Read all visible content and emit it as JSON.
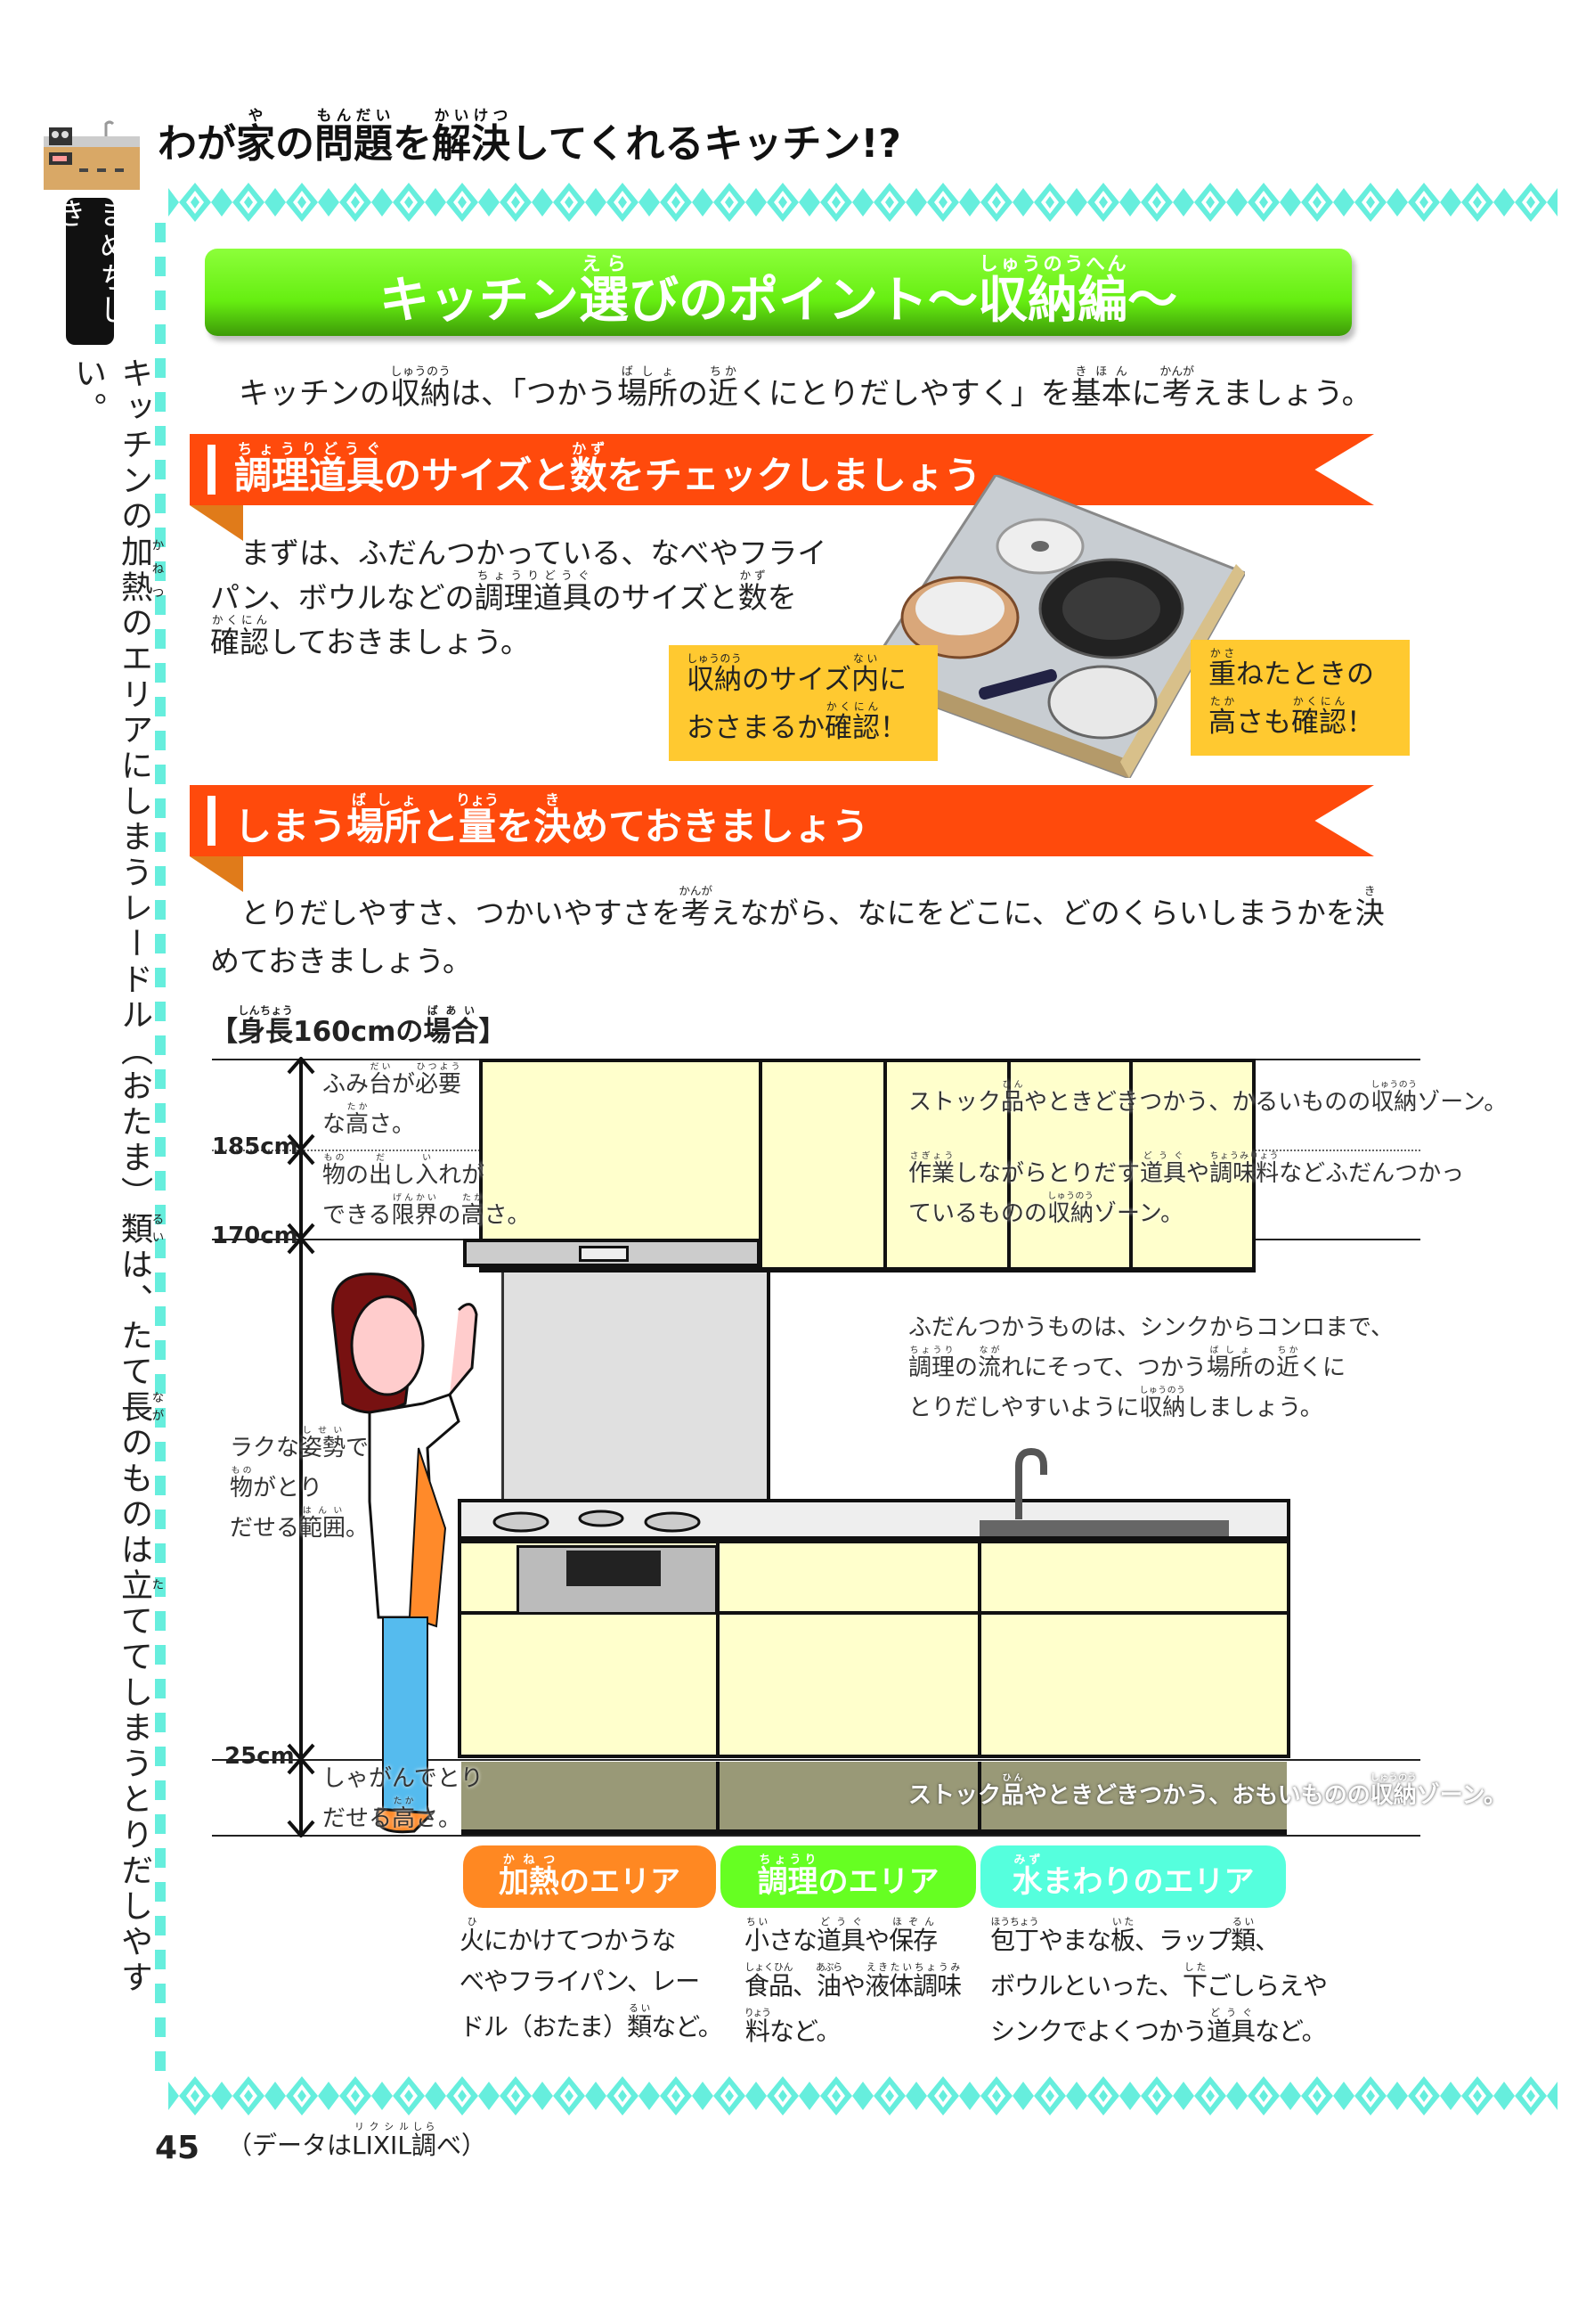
{
  "title": [
    "わが",
    [
      "家",
      "や"
    ],
    "の",
    [
      "問題",
      "もんだい"
    ],
    "を",
    [
      "解決",
      "かいけつ"
    ],
    "してくれるキッチン!?"
  ],
  "side_tag": "まめちしき",
  "side_text": [
    "キッチンの",
    [
      "加熱",
      "かねつ"
    ],
    "のエリアにしまうレードル（おたま）",
    [
      "類",
      "るい"
    ],
    "は、たて",
    [
      "長",
      "なが"
    ],
    "のものは",
    [
      "立",
      "た"
    ],
    "ててしまうとりだしやすい。"
  ],
  "banner": [
    "キッチン",
    [
      "選",
      "えら"
    ],
    "びのポイント～",
    [
      "収納編",
      "しゅうのうへん"
    ],
    "～"
  ],
  "intro": [
    "キッチンの",
    [
      "収納",
      "しゅうのう"
    ],
    "は、「つかう",
    [
      "場所",
      "ばしょ"
    ],
    "の",
    [
      "近",
      "ちか"
    ],
    "くにとりだしやすく」を",
    [
      "基本",
      "きほん"
    ],
    "に",
    [
      "考",
      "かんが"
    ],
    "えましょう。"
  ],
  "section1": {
    "heading": [
      [
        "調理道具",
        "ちょうりどうぐ"
      ],
      "のサイズと",
      [
        "数",
        "かず"
      ],
      "をチェックしましょう"
    ],
    "body": [
      "まずは、ふだんつかっている、なべやフライパン、ボウルなどの",
      [
        "調理道具",
        "ちょうりどうぐ"
      ],
      "のサイズと",
      [
        "数",
        "かず"
      ],
      "を",
      [
        "確認",
        "かくにん"
      ],
      "しておきましょう。"
    ],
    "callout_left": {
      "lines": [
        [
          [
            "収納",
            "しゅうのう"
          ],
          "のサイズ",
          [
            "内",
            "ない"
          ],
          "に"
        ],
        [
          "おさまるか",
          [
            "確認",
            "かくにん"
          ],
          "！"
        ]
      ]
    },
    "callout_right": {
      "lines": [
        [
          [
            "重",
            "かさ"
          ],
          "ねたときの"
        ],
        [
          [
            "高",
            "たか"
          ],
          "さも",
          [
            "確認",
            "かくにん"
          ],
          "！"
        ]
      ]
    }
  },
  "section2": {
    "heading": [
      "しまう",
      [
        "場所",
        "ばしょ"
      ],
      "と",
      [
        "量",
        "りょう"
      ],
      "を",
      [
        "決",
        "き"
      ],
      "めておきましょう"
    ],
    "body": [
      "とりだしやすさ、つかいやすさを",
      [
        "考",
        "かんが"
      ],
      "えながら、なにをどこに、どのくらいしまうかを",
      [
        "決",
        "き"
      ],
      "めておきましょう。"
    ]
  },
  "diagram": {
    "heading": [
      "【",
      [
        "身長",
        "しんちょう"
      ],
      "160cmの",
      [
        "場合",
        "ばあい"
      ],
      "】"
    ],
    "marks": [
      "185cm",
      "170cm",
      "25cm"
    ],
    "label_step": {
      "lines": [
        [
          "ふみ",
          [
            "台",
            "だい"
          ],
          "が",
          [
            "必要",
            "ひつよう"
          ]
        ],
        [
          "な",
          [
            "高",
            "たか"
          ],
          "さ。"
        ]
      ]
    },
    "label_limit": {
      "lines": [
        [
          [
            "物",
            "もの"
          ],
          "の",
          [
            "出",
            "だ"
          ],
          "し",
          [
            "入",
            "い"
          ],
          "れが"
        ],
        [
          "できる",
          [
            "限界",
            "げんかい"
          ],
          "の",
          [
            "高",
            "たか"
          ],
          "さ。"
        ]
      ]
    },
    "label_easy": {
      "lines": [
        [
          "ラクな",
          [
            "姿勢",
            "しせい"
          ],
          "で"
        ],
        [
          [
            "物",
            "もの"
          ],
          "がとり"
        ],
        [
          "だせる",
          [
            "範囲",
            "はんい"
          ],
          "。"
        ]
      ]
    },
    "label_crouch": {
      "lines": [
        [
          "しゃがんでとり"
        ],
        [
          "だせる",
          [
            "高",
            "たか"
          ],
          "さ。"
        ]
      ]
    },
    "zone_upper": [
      "ストック",
      [
        "品",
        "ひん"
      ],
      "やときどきつかう、かるいものの",
      [
        "収納",
        "しゅうのう"
      ],
      "ゾーン。"
    ],
    "zone_middle": {
      "lines": [
        [
          [
            "作業",
            "さぎょう"
          ],
          "しながらとりだす",
          [
            "道具",
            "どうぐ"
          ],
          "や",
          [
            "調味料",
            "ちょうみりょう"
          ],
          "などふだんつかっ"
        ],
        [
          "ているものの",
          [
            "収納",
            "しゅうのう"
          ],
          "ゾーン。"
        ]
      ]
    },
    "flow_note": {
      "lines": [
        [
          "ふだんつかうものは、シンクからコンロまで、"
        ],
        [
          [
            "調理",
            "ちょうり"
          ],
          "の",
          [
            "流",
            "なが"
          ],
          "れにそって、つかう",
          [
            "場所",
            "ばしょ"
          ],
          "の",
          [
            "近",
            "ちか"
          ],
          "くに"
        ],
        [
          "とりだしやすいように",
          [
            "収納",
            "しゅうのう"
          ],
          "しましょう。"
        ]
      ]
    },
    "zone_lower": [
      "ストック",
      [
        "品",
        "ひん"
      ],
      "やときどきつかう、おもいものの",
      [
        "収納",
        "しゅうのう"
      ],
      "ゾーン。"
    ]
  },
  "areas": [
    {
      "label": [
        [
          "加熱",
          "かねつ"
        ],
        "のエリア"
      ],
      "color": "#ff8822",
      "desc": {
        "lines": [
          [
            [
              "火",
              "ひ"
            ],
            "にかけてつかうな"
          ],
          [
            "べやフライパン、レー"
          ],
          [
            "ドル（おたま）",
            [
              "類",
              "るい"
            ],
            "など。"
          ]
        ]
      }
    },
    {
      "label": [
        [
          "調理",
          "ちょうり"
        ],
        "のエリア"
      ],
      "color": "#66ff22",
      "desc": {
        "lines": [
          [
            [
              "小",
              "ちい"
            ],
            "さな",
            [
              "道具",
              "どうぐ"
            ],
            "や",
            [
              "保存",
              "ほぞん"
            ]
          ],
          [
            [
              "食品",
              "しょくひん"
            ],
            "、",
            [
              "油",
              "あぶら"
            ],
            "や",
            [
              "液体調味",
              "えきたいちょうみ"
            ]
          ],
          [
            [
              "料",
              "りょう"
            ],
            "など。"
          ]
        ]
      }
    },
    {
      "label": [
        [
          "水",
          "みず"
        ],
        "まわりのエリア"
      ],
      "color": "#55ffdd",
      "desc": {
        "lines": [
          [
            [
              "包丁",
              "ほうちょう"
            ],
            "やまな",
            [
              "板",
              "いた"
            ],
            "、ラップ",
            [
              "類",
              "るい"
            ],
            "、"
          ],
          [
            "ボウルといった、",
            [
              "下",
              "した"
            ],
            "ごしらえや"
          ],
          [
            "シンクでよくつかう",
            [
              "道具",
              "どうぐ"
            ],
            "など。"
          ]
        ]
      }
    }
  ],
  "footer": {
    "page_number": "45",
    "note": [
      "（データは",
      [
        "LIXIL",
        "リクシル"
      ],
      [
        "調",
        "しら"
      ],
      "べ）"
    ]
  },
  "colors": {
    "accent_green": "#66ee11",
    "ribbon_orange": "#ff4a0c",
    "callout_yellow": "#ffc930",
    "diamond_teal": "#66eedd",
    "cabinet_cream": "#ffffcc",
    "plinth": "#999977"
  }
}
